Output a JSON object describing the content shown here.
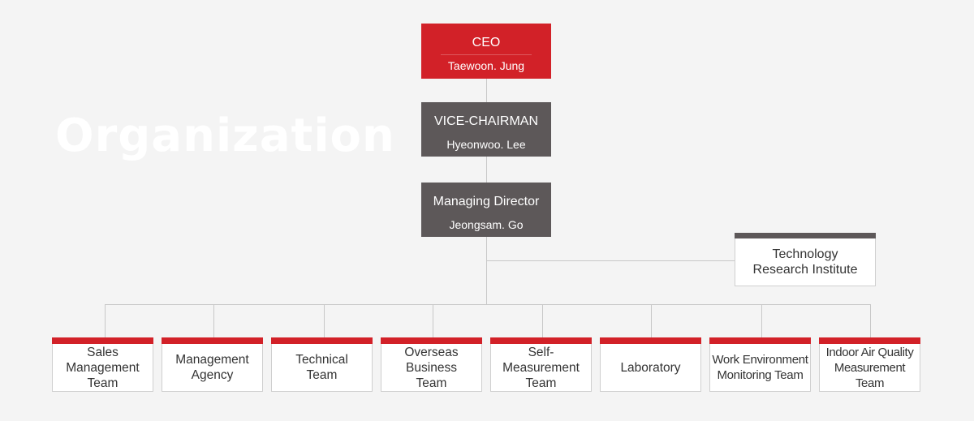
{
  "heading": "Organization",
  "executives": [
    {
      "role": "CEO",
      "name": "Taewoon. Jung",
      "color": "#d22128"
    },
    {
      "role": "VICE-CHAIRMAN",
      "name": "Hyeonwoo. Lee",
      "color": "#5d5859"
    },
    {
      "role": "Managing Director",
      "name": "Jeongsam. Go",
      "color": "#5d5859"
    }
  ],
  "research_institute": {
    "label": "Technology Research Institute"
  },
  "departments": [
    {
      "label": "Sales Management Team"
    },
    {
      "label": "Management Agency"
    },
    {
      "label": "Technical Team"
    },
    {
      "label": "Overseas Business Team"
    },
    {
      "label": "Self-Measurement Team"
    },
    {
      "label": "Laboratory"
    },
    {
      "label": "Work Environment Monitoring Team"
    },
    {
      "label": "Indoor Air Quality Measurement Team"
    }
  ],
  "colors": {
    "accent": "#d22128",
    "dark": "#5d5859",
    "line": "#c8c8c8"
  }
}
